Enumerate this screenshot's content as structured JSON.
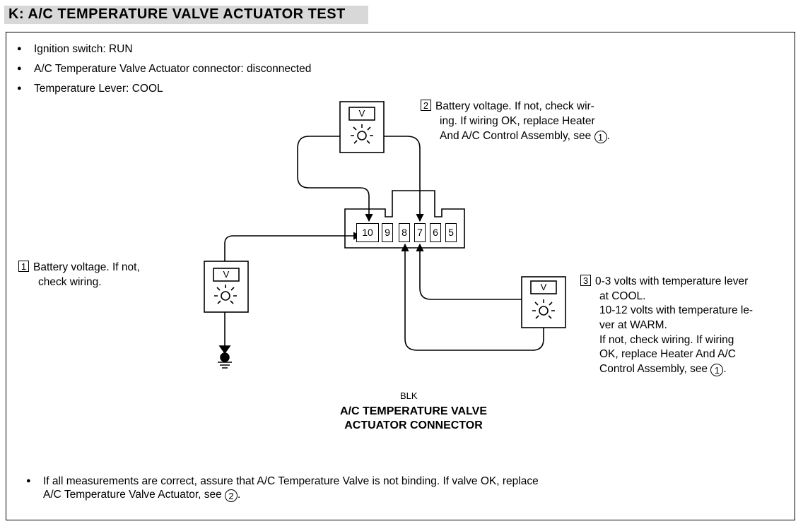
{
  "title": "K:  A/C TEMPERATURE VALVE ACTUATOR TEST",
  "conditions": [
    "Ignition switch:  RUN",
    "A/C Temperature Valve Actuator connector:  disconnected",
    "Temperature Lever:  COOL"
  ],
  "step1": {
    "num": "1",
    "lines": [
      "Battery voltage.  If not,",
      "check wiring."
    ]
  },
  "step2": {
    "num": "2",
    "lines": [
      "Battery voltage.  If not, check wir-",
      "ing.  If wiring OK, replace Heater",
      "And A/C Control Assembly, see"
    ],
    "ref": "1",
    "end": "."
  },
  "step3": {
    "num": "3",
    "lines": [
      "0-3 volts with temperature lever",
      "at COOL.",
      "10-12 volts with temperature le-",
      "ver at WARM.",
      "If not, check wiring. If wiring",
      "OK, replace Heater And A/C",
      "Control Assembly, see"
    ],
    "ref": "1",
    "end": "."
  },
  "meter_label": "V",
  "connector": {
    "pins": [
      "10",
      "9",
      "8",
      "7",
      "6",
      "5"
    ],
    "color": "BLK",
    "caption_line1": "A/C TEMPERATURE VALVE",
    "caption_line2": "ACTUATOR CONNECTOR"
  },
  "footer": {
    "line1": "If all measurements are correct, assure that A/C Temperature Valve is not binding.  If valve OK, replace",
    "line2": "A/C Temperature Valve Actuator, see",
    "ref": "2",
    "end": "."
  }
}
